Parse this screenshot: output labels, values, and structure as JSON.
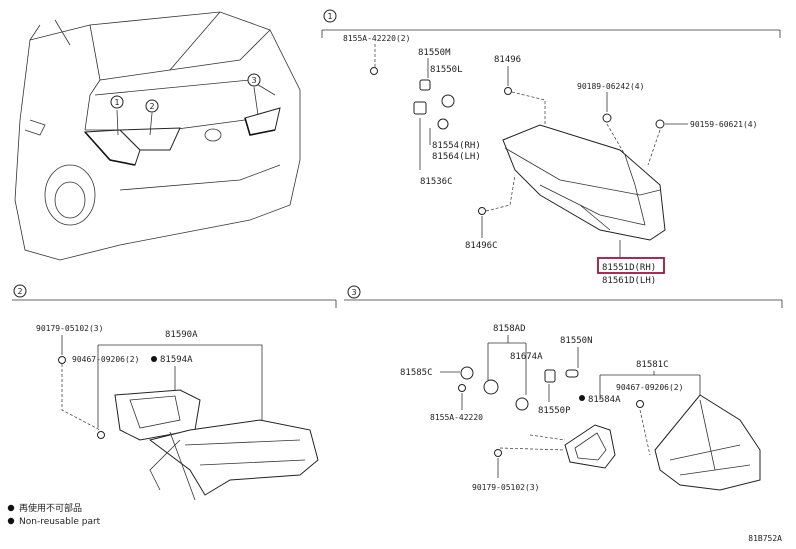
{
  "sections": [
    {
      "id": "s1",
      "number": "1"
    },
    {
      "id": "s2",
      "number": "2"
    },
    {
      "id": "s3",
      "number": "3"
    }
  ],
  "car_callouts": [
    "1",
    "2",
    "3"
  ],
  "labels": {
    "s1": {
      "p1": "8155A-42220(2)",
      "p2": "81550M",
      "p3": "81550L",
      "p4": "81496",
      "p5": "90189-06242(4)",
      "p6": "90159-60621(4)",
      "p7": "81554(RH)",
      "p8": "81564(LH)",
      "p9": "81536C",
      "p10": "81496C",
      "p11": "81551D(RH)",
      "p12": "81561D(LH)"
    },
    "s2": {
      "p1": "90179-05102(3)",
      "p2": "81590A",
      "p3": "90467-09206(2)",
      "p4": "81594A"
    },
    "s3": {
      "p1": "8158AD",
      "p2": "81550N",
      "p3": "81674A",
      "p4": "81585C",
      "p5": "8155A-42220",
      "p6": "81550P",
      "p7": "81581C",
      "p8": "90467-09206(2)",
      "p9": "81584A",
      "p10": "90179-05102(3)"
    }
  },
  "legend": {
    "line1": "再使用不可部品",
    "line2": "Non-reusable part"
  },
  "ref_code": "81B752A",
  "colors": {
    "highlight": "#a0143c",
    "line": "#333333"
  }
}
